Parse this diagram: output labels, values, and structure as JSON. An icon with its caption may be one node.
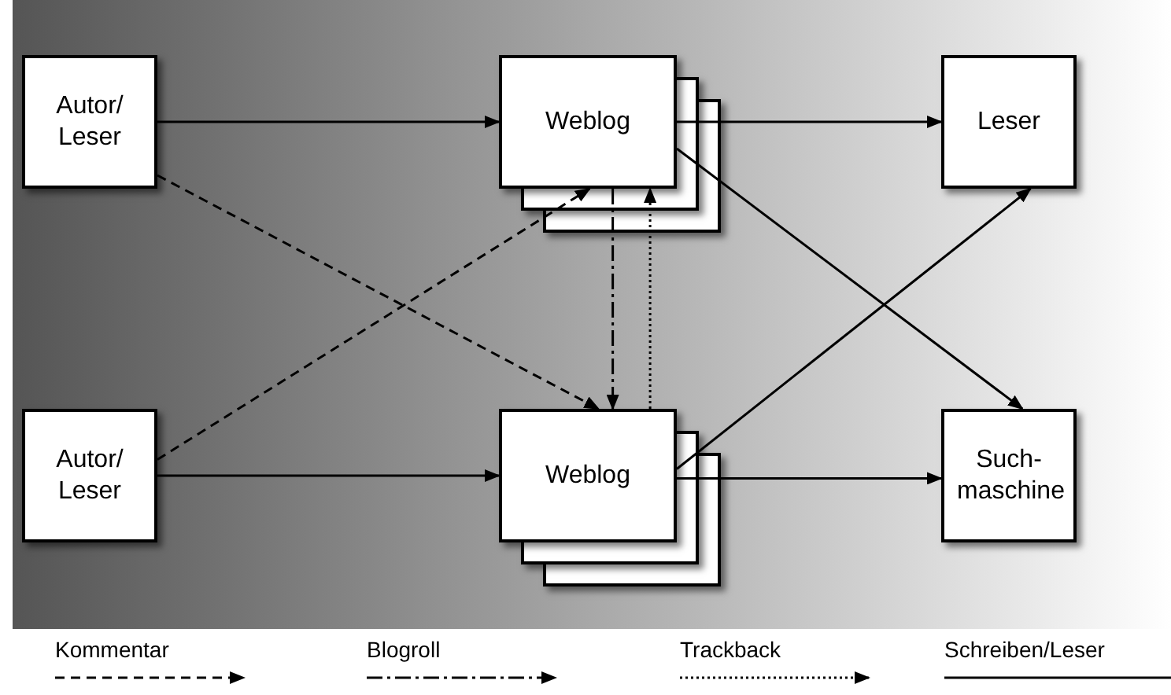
{
  "diagram": {
    "nodes": [
      {
        "text": [
          "Autor/ Leser"
        ]
      },
      {
        "text": [
          "Weblog"
        ]
      },
      {
        "text": [
          "Leser"
        ]
      },
      {
        "text": [
          "Autor/ Leser"
        ]
      },
      {
        "text": [
          "Weblog"
        ]
      },
      {
        "text": [
          "Such- maschine"
        ]
      }
    ],
    "edges": [
      {
        "from": 0,
        "to": 1,
        "arrow": "to"
      },
      {
        "from": 0,
        "to": 4,
        "arrow": "to",
        "style": "dashed"
      },
      {
        "from": 3,
        "to": 1,
        "arrow": "to",
        "style": "dashed"
      },
      {
        "from": 3,
        "to": 4,
        "arrow": "to"
      },
      {
        "from": 1,
        "to": 2,
        "arrow": "to"
      },
      {
        "from": 1,
        "to": 5,
        "arrow": "to"
      },
      {
        "from": 4,
        "to": 2,
        "arrow": "to"
      },
      {
        "from": 4,
        "to": 5,
        "arrow": "to"
      },
      {
        "from": 1,
        "to": 4,
        "arrow": "to",
        "style": "dashed"
      },
      {
        "from": 4,
        "to": 1,
        "arrow": "to",
        "style": "dashed"
      }
    ],
    "legend": [
      {
        "text": "Kommentar"
      },
      {
        "text": "Blogroll"
      },
      {
        "text": "Trackback"
      },
      {
        "text": "Schreiben/Leser"
      }
    ]
  }
}
